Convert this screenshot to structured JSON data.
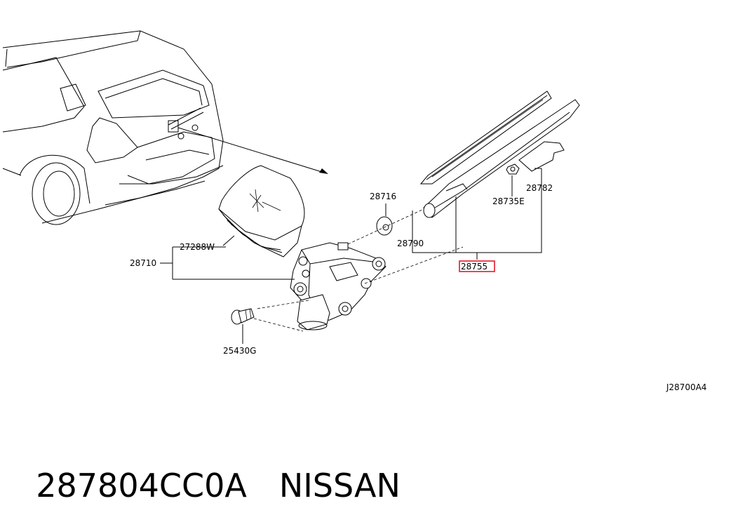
{
  "diagram_code": "J28700A4",
  "callouts": {
    "p28716": "28716",
    "p27288w": "27288W",
    "p28710": "28710",
    "p28790": "28790",
    "p28735e": "28735E",
    "p28782": "28782",
    "p28755": "28755",
    "p25430g": "25430G"
  },
  "highlight_color": "#e8182c",
  "caption": {
    "part_number": "287804CC0A",
    "brand": "NISSAN"
  }
}
